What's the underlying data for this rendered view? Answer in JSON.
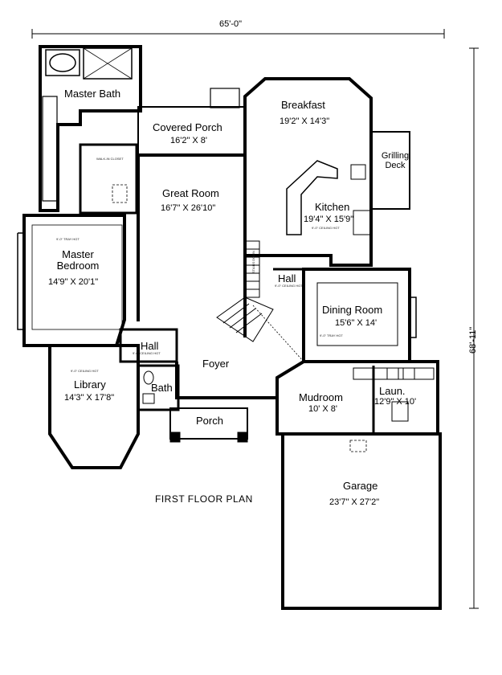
{
  "overall": {
    "width": "65'-0\"",
    "depth": "68'-11\""
  },
  "plan_title": "FIRST FLOOR PLAN",
  "rooms": {
    "master_bath": {
      "name": "Master Bath"
    },
    "covered_porch": {
      "name": "Covered Porch",
      "size": "16'2\" X 8'"
    },
    "breakfast": {
      "name": "Breakfast",
      "size": "19'2\" X 14'3\""
    },
    "grilling_deck": {
      "name": "Grilling Deck"
    },
    "walk_in_closet": {
      "name": "WALK-IN CLOSET"
    },
    "great_room": {
      "name": "Great Room",
      "size": "16'7\" X 26'10\""
    },
    "kitchen": {
      "name": "Kitchen",
      "size": "19'4\" X 15'9\""
    },
    "master_bedroom": {
      "name": "Master Bedroom",
      "size": "14'9\" X 20'1\""
    },
    "hall_center": {
      "name": "Hall"
    },
    "dining_room": {
      "name": "Dining Room",
      "size": "15'6\" X 14'"
    },
    "hall_left": {
      "name": "Hall"
    },
    "foyer": {
      "name": "Foyer"
    },
    "library": {
      "name": "Library",
      "size": "14'3\" X 17'8\""
    },
    "bath": {
      "name": "Bath"
    },
    "mudroom": {
      "name": "Mudroom",
      "size": "10' X 8'"
    },
    "laundry": {
      "name": "Laun.",
      "size": "12'9\" X 10'"
    },
    "porch": {
      "name": "Porch"
    },
    "garage": {
      "name": "Garage",
      "size": "23'7\" X 27'2\""
    }
  },
  "notes": {
    "stairs": "STAIRS DOWN",
    "ceiling": "9'-0\" CEILING HGT",
    "tray": "9'-0\" TRAY HGT"
  }
}
